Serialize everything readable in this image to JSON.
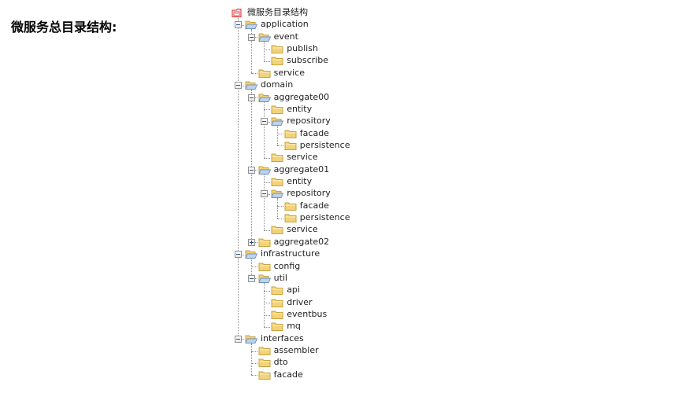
{
  "title": "微服务总目录结构:",
  "tree": {
    "root": {
      "label": "微服务目录结构",
      "icon": "root-folder-icon"
    },
    "nodes": [
      {
        "key": "application",
        "label": "application",
        "depth": 1,
        "expanded": true
      },
      {
        "key": "application-event",
        "label": "event",
        "depth": 2,
        "expanded": true
      },
      {
        "key": "application-event-publish",
        "label": "publish",
        "depth": 3
      },
      {
        "key": "application-event-subscribe",
        "label": "subscribe",
        "depth": 3
      },
      {
        "key": "application-service",
        "label": "service",
        "depth": 2
      },
      {
        "key": "domain",
        "label": "domain",
        "depth": 1,
        "expanded": true
      },
      {
        "key": "domain-aggregate00",
        "label": "aggregate00",
        "depth": 2,
        "expanded": true
      },
      {
        "key": "domain-aggregate00-entity",
        "label": "entity",
        "depth": 3
      },
      {
        "key": "domain-aggregate00-repository",
        "label": "repository",
        "depth": 3,
        "expanded": true
      },
      {
        "key": "domain-aggregate00-repository-facade",
        "label": "facade",
        "depth": 4
      },
      {
        "key": "domain-aggregate00-repository-persistence",
        "label": "persistence",
        "depth": 4
      },
      {
        "key": "domain-aggregate00-service",
        "label": "service",
        "depth": 3
      },
      {
        "key": "domain-aggregate01",
        "label": "aggregate01",
        "depth": 2,
        "expanded": true
      },
      {
        "key": "domain-aggregate01-entity",
        "label": "entity",
        "depth": 3
      },
      {
        "key": "domain-aggregate01-repository",
        "label": "repository",
        "depth": 3,
        "expanded": true
      },
      {
        "key": "domain-aggregate01-repository-facade",
        "label": "facade",
        "depth": 4
      },
      {
        "key": "domain-aggregate01-repository-persistence",
        "label": "persistence",
        "depth": 4
      },
      {
        "key": "domain-aggregate01-service",
        "label": "service",
        "depth": 3
      },
      {
        "key": "domain-aggregate02",
        "label": "aggregate02",
        "depth": 2,
        "expanded": false
      },
      {
        "key": "infrastructure",
        "label": "infrastructure",
        "depth": 1,
        "expanded": true
      },
      {
        "key": "infrastructure-config",
        "label": "config",
        "depth": 2
      },
      {
        "key": "infrastructure-util",
        "label": "util",
        "depth": 2,
        "expanded": true
      },
      {
        "key": "infrastructure-util-api",
        "label": "api",
        "depth": 3
      },
      {
        "key": "infrastructure-util-driver",
        "label": "driver",
        "depth": 3
      },
      {
        "key": "infrastructure-util-eventbus",
        "label": "eventbus",
        "depth": 3
      },
      {
        "key": "infrastructure-util-mq",
        "label": "mq",
        "depth": 3
      },
      {
        "key": "interfaces",
        "label": "interfaces",
        "depth": 1,
        "expanded": true
      },
      {
        "key": "interfaces-assembler",
        "label": "assembler",
        "depth": 2
      },
      {
        "key": "interfaces-dto",
        "label": "dto",
        "depth": 2
      },
      {
        "key": "interfaces-facade",
        "label": "facade",
        "depth": 2
      }
    ]
  },
  "colors": {
    "folder_fill": "#f2d27a",
    "folder_edge": "#c9a43c",
    "open_folder_front": "#bcd3ee",
    "root_icon": "#d9322e",
    "connector": "#8a8a8a"
  }
}
